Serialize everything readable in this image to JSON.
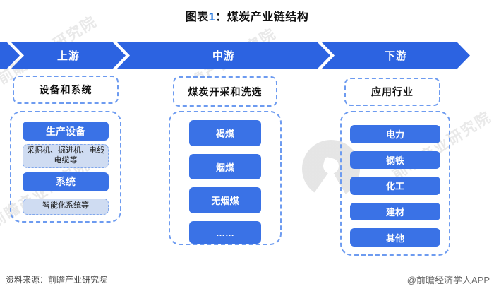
{
  "title": {
    "prefix": "图表",
    "num": "1",
    "rest": "：煤炭产业链结构"
  },
  "banner": {
    "segments": [
      {
        "label": "上游"
      },
      {
        "label": "中游"
      },
      {
        "label": "下游"
      }
    ]
  },
  "columns": [
    {
      "header": "设备和系统",
      "items": [
        {
          "label": "生产设备",
          "style": "solid-blue"
        },
        {
          "label": "采掘机、掘进机、电线电缆等",
          "style": "light-dashed"
        },
        {
          "label": "系统",
          "style": "solid-blue"
        },
        {
          "label": "智能化系统等",
          "style": "light-dashed"
        }
      ]
    },
    {
      "header": "煤炭开采和洗选",
      "items": [
        {
          "label": "褐煤",
          "style": "solid-blue"
        },
        {
          "label": "烟煤",
          "style": "solid-blue"
        },
        {
          "label": "无烟煤",
          "style": "solid-blue"
        },
        {
          "label": "……",
          "style": "solid-blue"
        }
      ]
    },
    {
      "header": "应用行业",
      "items": [
        {
          "label": "电力",
          "style": "solid-blue"
        },
        {
          "label": "钢铁",
          "style": "solid-blue"
        },
        {
          "label": "化工",
          "style": "solid-blue"
        },
        {
          "label": "建材",
          "style": "solid-blue"
        },
        {
          "label": "其他",
          "style": "solid-blue"
        }
      ]
    }
  ],
  "footer": {
    "source": "资料来源：前瞻产业研究院",
    "credit": "@前瞻经济学人APP"
  },
  "watermark": {
    "text": "前瞻产业研究院"
  },
  "colors": {
    "banner_blue": "#2c63e1",
    "box_blue": "#3a72e6",
    "dashed_border": "#6d9bf0",
    "light_fill": "#cfdcf2",
    "title_number_blue": "#2878dd"
  }
}
